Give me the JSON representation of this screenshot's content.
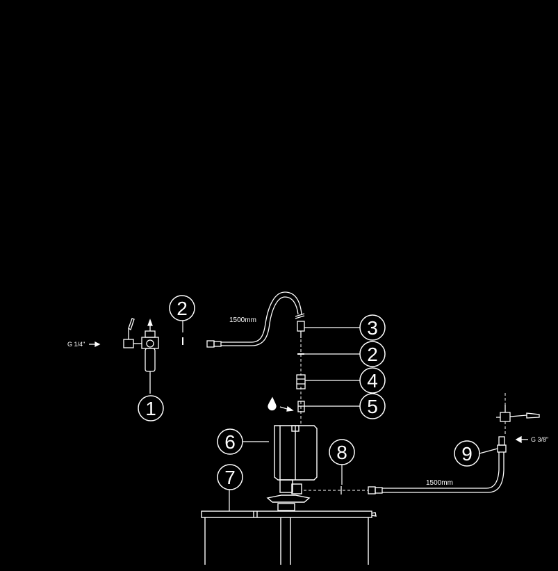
{
  "diagram": {
    "background": "#000000",
    "stroke_color": "#ffffff",
    "labels": {
      "hose_length_upper": "1500mm",
      "hose_length_lower": "1500mm",
      "inlet_thread": "G 1/4\"",
      "outlet_thread": "G 3/8\""
    },
    "callouts": [
      {
        "id": "c1",
        "number": "1"
      },
      {
        "id": "c2a",
        "number": "2"
      },
      {
        "id": "c3",
        "number": "3"
      },
      {
        "id": "c2b",
        "number": "2"
      },
      {
        "id": "c4",
        "number": "4"
      },
      {
        "id": "c5",
        "number": "5"
      },
      {
        "id": "c6",
        "number": "6"
      },
      {
        "id": "c7",
        "number": "7"
      },
      {
        "id": "c8",
        "number": "8"
      },
      {
        "id": "c9",
        "number": "9"
      }
    ]
  }
}
